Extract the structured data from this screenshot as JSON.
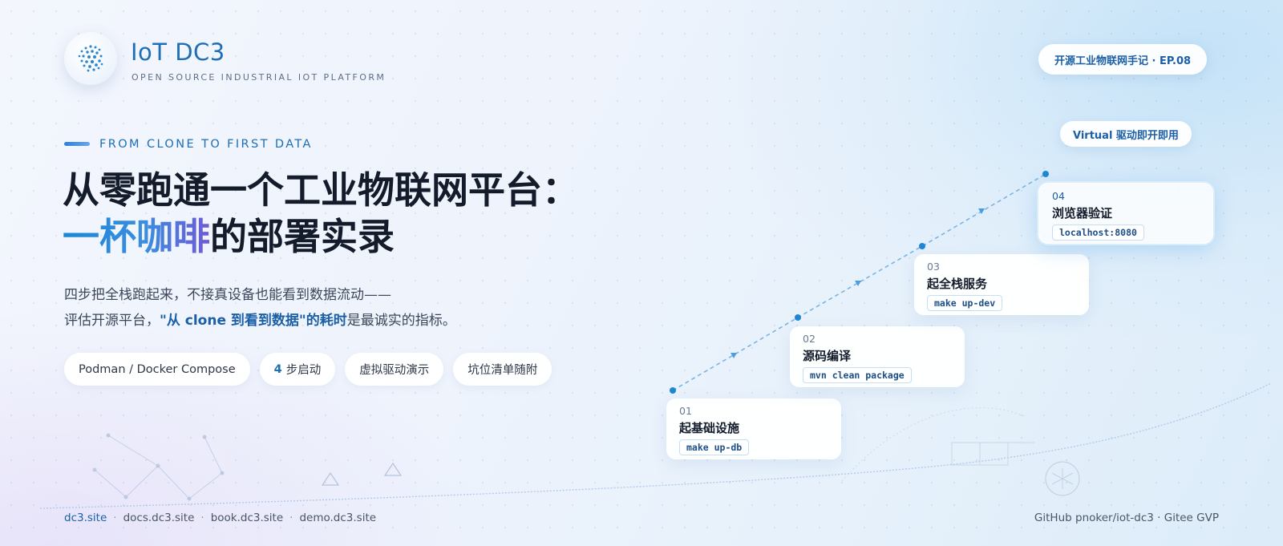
{
  "brand": {
    "name": "IoT DC3",
    "tagline": "OPEN SOURCE INDUSTRIAL IOT PLATFORM"
  },
  "episode_badge": "开源工业物联网手记 · EP.08",
  "kicker": "FROM CLONE TO FIRST DATA",
  "headline": {
    "line1": "从零跑通一个工业物联网平台：",
    "line2_accent": "一杯咖啡",
    "line2_rest": "的部署实录"
  },
  "subtitle": {
    "line1": "四步把全栈跑起来，不接真设备也能看到数据流动——",
    "line2_prefix": "评估开源平台，",
    "line2_strong": "\"从 clone 到看到数据\"的耗时",
    "line2_suffix": "是最诚实的指标。"
  },
  "chips": {
    "c1": "Podman / Docker Compose",
    "c2_num": "4",
    "c2_text": "步启动",
    "c3": "虚拟驱动演示",
    "c4": "坑位清单随附"
  },
  "steps": [
    {
      "num": "01",
      "title": "起基础设施",
      "cmd": "make up-db"
    },
    {
      "num": "02",
      "title": "源码编译",
      "cmd": "mvn clean package"
    },
    {
      "num": "03",
      "title": "起全栈服务",
      "cmd": "make up-dev"
    },
    {
      "num": "04",
      "title": "浏览器验证",
      "cmd": "localhost:8080"
    }
  ],
  "virtual_badge": "Virtual 驱动即开即用",
  "footer": {
    "links": [
      "dc3.site",
      "docs.dc3.site",
      "book.dc3.site",
      "demo.dc3.site"
    ],
    "separator": "·",
    "right": "GitHub pnoker/iot-dc3 · Gitee GVP"
  },
  "colors": {
    "accent": "#1e6fb5",
    "accent_gradient_end": "#7159d6",
    "text_dark": "#141c2b"
  }
}
